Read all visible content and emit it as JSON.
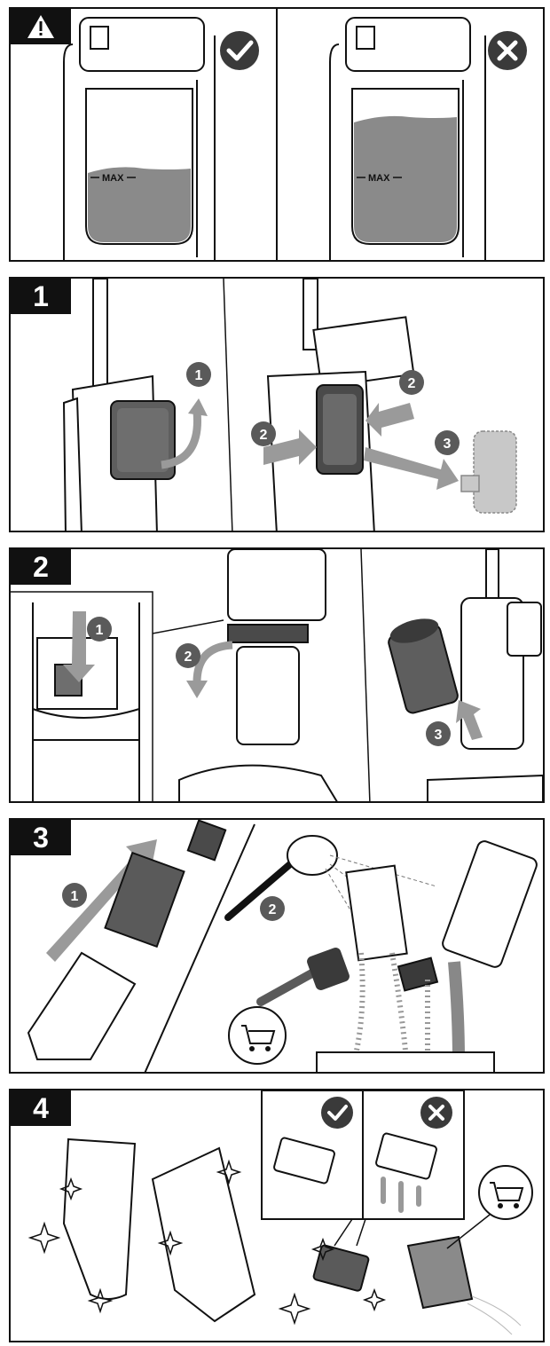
{
  "warning": {
    "max_label": "MAX"
  },
  "steps": [
    {
      "label": "1",
      "callouts": [
        "1",
        "2",
        "2",
        "3"
      ]
    },
    {
      "label": "2",
      "callouts": [
        "1",
        "2",
        "3"
      ]
    },
    {
      "label": "3",
      "callouts": [
        "1",
        "2"
      ]
    },
    {
      "label": "4"
    }
  ],
  "colors": {
    "ink": "#111111",
    "dirt": "#8a8a8a",
    "badge": "#5a5a5a",
    "arrow": "#7a7a7a"
  },
  "icons": [
    "warning-triangle-icon",
    "check-icon",
    "cross-icon",
    "shopping-cart-icon",
    "sparkle-icon"
  ]
}
